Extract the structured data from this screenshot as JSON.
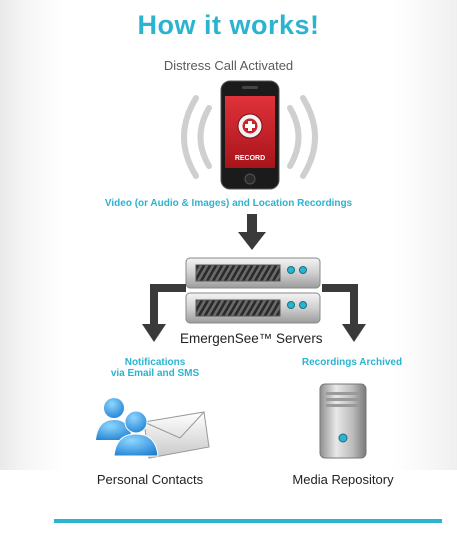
{
  "title": "How it works!",
  "subtitle": "Distress Call Activated",
  "phone": {
    "button_label": "RECORD"
  },
  "recordings_caption": "Video (or Audio & Images) and Location Recordings",
  "servers_label": "EmergenSee™ Servers",
  "notifications": {
    "line1": "Notifications",
    "line2": "via Email and SMS"
  },
  "archived_caption": "Recordings Archived",
  "contacts_label": "Personal Contacts",
  "repository_label": "Media Repository",
  "colors": {
    "accent": "#2bb3cf",
    "record_red": "#c8232a"
  },
  "icons": [
    "signal-waves-icon",
    "smartphone-icon",
    "arrow-down-icon",
    "server-icon",
    "contacts-icon",
    "envelope-icon",
    "media-server-icon"
  ]
}
